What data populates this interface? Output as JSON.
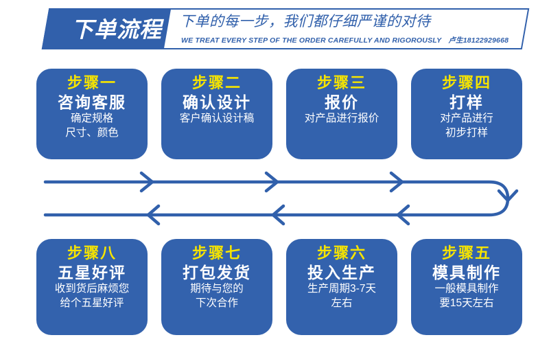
{
  "header": {
    "tag_title": "下单流程",
    "subtitle": "下单的每一步，我们都仔细严谨的对待",
    "english": "WE TREAT EVERY STEP OF THE ORDER CAREFULLY AND RIGOROUSLY",
    "contact": "卢生18122929668"
  },
  "colors": {
    "brand_blue": "#3160AB",
    "box_blue": "#3362AD",
    "accent_yellow": "#F6E400",
    "white": "#FFFFFF"
  },
  "steps": [
    {
      "num": "步骤一",
      "title": "咨询客服",
      "desc_lines": [
        "确定规格",
        "尺寸、颜色"
      ]
    },
    {
      "num": "步骤二",
      "title": "确认设计",
      "desc_lines": [
        "客户确认设计稿"
      ]
    },
    {
      "num": "步骤三",
      "title": "报价",
      "desc_lines": [
        "对产品进行报价"
      ]
    },
    {
      "num": "步骤四",
      "title": "打样",
      "desc_lines": [
        "对产品进行",
        "初步打样"
      ]
    },
    {
      "num": "步骤八",
      "title": "五星好评",
      "desc_lines": [
        "收到货后麻烦您",
        "给个五星好评"
      ]
    },
    {
      "num": "步骤七",
      "title": "打包发货",
      "desc_lines": [
        "期待与您的",
        "下次合作"
      ]
    },
    {
      "num": "步骤六",
      "title": "投入生产",
      "desc_lines": [
        "生产周期3-7天",
        "左右"
      ]
    },
    {
      "num": "步骤五",
      "title": "模具制作",
      "desc_lines": [
        "一般模具制作",
        "要15天左右"
      ]
    }
  ],
  "flow": {
    "top_direction": "right",
    "bottom_direction": "left",
    "turn_side": "right",
    "top_arrow_count": 3,
    "bottom_arrow_count": 3
  }
}
